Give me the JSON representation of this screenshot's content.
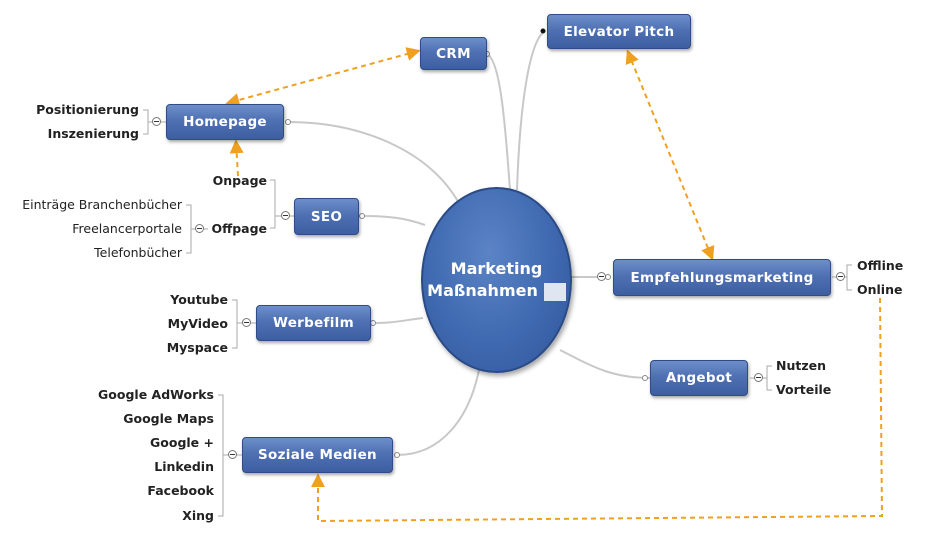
{
  "center": {
    "line1": "Marketing",
    "line2": "Maßnahmen"
  },
  "nodes": {
    "crm": "CRM",
    "elevator_pitch": "Elevator Pitch",
    "homepage": "Homepage",
    "seo": "SEO",
    "werbefilm": "Werbefilm",
    "soziale_medien": "Soziale Medien",
    "empfehlungsmarketing": "Empfehlungsmarketing",
    "angebot": "Angebot"
  },
  "homepage_leaves": [
    "Positionierung",
    "Inszenierung"
  ],
  "seo_leaves": {
    "onpage": "Onpage",
    "offpage": "Offpage"
  },
  "offpage_leaves": [
    "Einträge Branchenbücher",
    "Freelancerportale",
    "Telefonbücher"
  ],
  "werbefilm_leaves": [
    "Youtube",
    "MyVideo",
    "Myspace"
  ],
  "soziale_leaves": [
    "Google AdWorks",
    "Google Maps",
    "Google +",
    "Linkedin",
    "Facebook",
    "Xing"
  ],
  "empfehlung_leaves": [
    "Offline",
    "Online"
  ],
  "angebot_leaves": [
    "Nutzen",
    "Vorteile"
  ],
  "colors": {
    "node": "#4f71b3",
    "arrow": "#f0a020",
    "connector": "#c8c8c8"
  }
}
